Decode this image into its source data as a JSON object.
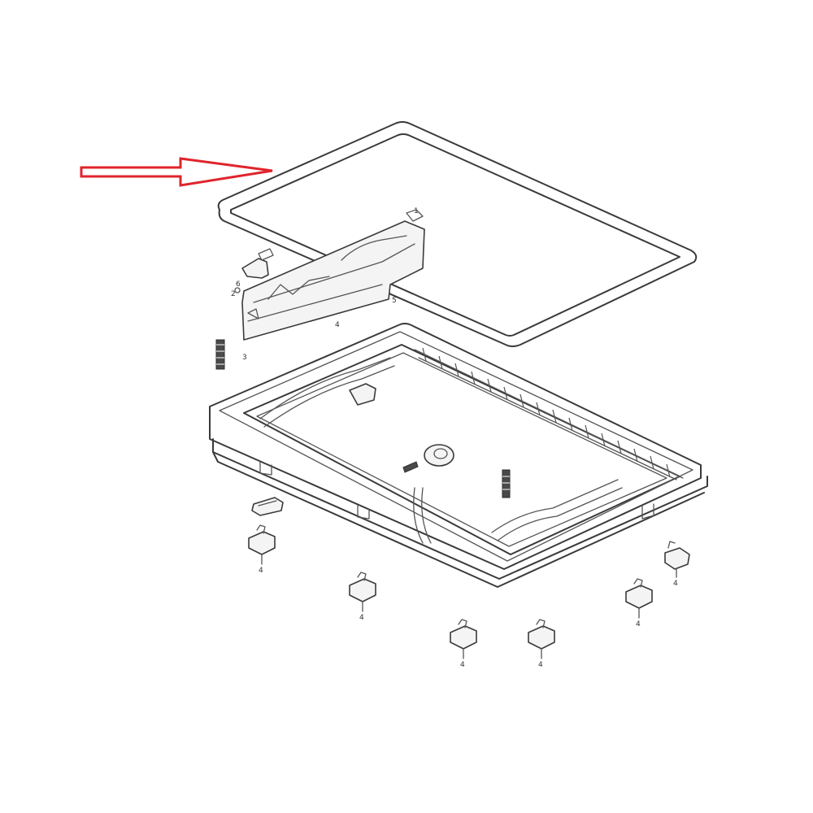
{
  "colors": {
    "arrow": "#e0242c",
    "line_art": "#3a3a3a",
    "background": "#ffffff"
  },
  "callouts": {
    "c1": "1",
    "c2": "2",
    "c3": "3",
    "c4": "4",
    "c5": "4",
    "c6": "4",
    "c7": "4",
    "c8": "4",
    "c9": "4",
    "c10": "4",
    "c11": "5",
    "c12": "6"
  },
  "icons": {
    "pointer": "arrow-right-icon",
    "highlighted_part": "seal-gasket-icon"
  }
}
